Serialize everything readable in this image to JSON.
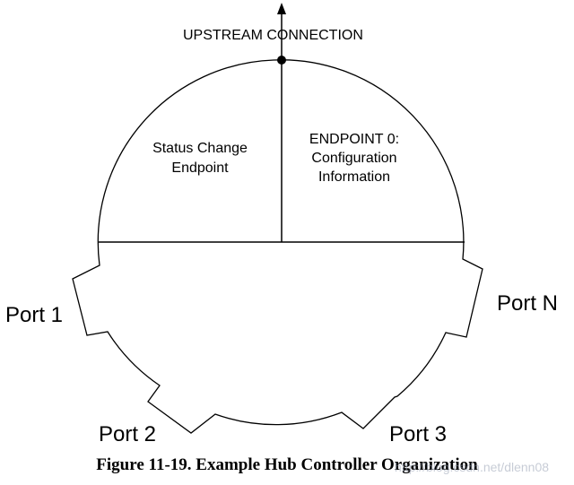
{
  "diagram": {
    "upstream_label": "UPSTREAM CONNECTION",
    "left_region": [
      "Status Change",
      "Endpoint"
    ],
    "right_region": [
      "ENDPOINT 0:",
      "Configuration",
      "Information"
    ],
    "ports": {
      "port1": "Port 1",
      "port2": "Port 2",
      "port3": "Port 3",
      "portN": "Port N"
    }
  },
  "caption": "Figure 11-19.  Example Hub Controller Organization",
  "watermark": "http://blog.csdn.net/dlenn08"
}
